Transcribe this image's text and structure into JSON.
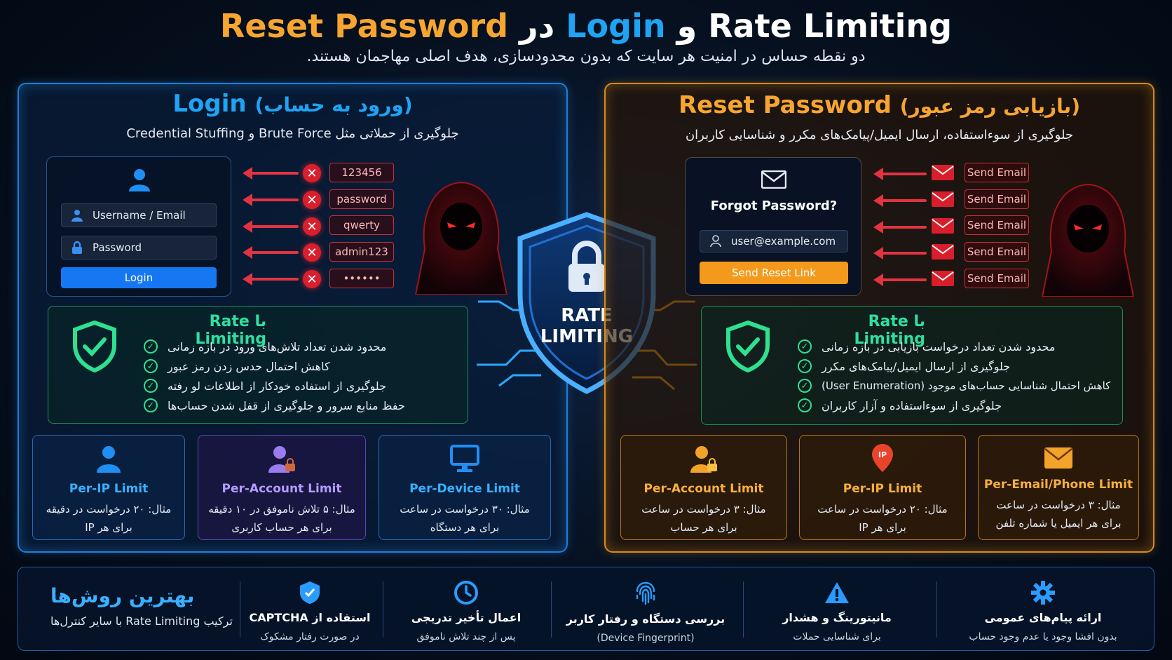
{
  "header": {
    "title_part1": "Rate Limiting",
    "title_connector1": "و",
    "title_part2": "Login",
    "title_connector2": "در",
    "title_part3": "Reset Password",
    "subtitle": "دو نقطه حساس در امنیت هر سایت که بدون محدودسازی، هدف اصلی مهاجمان هستند."
  },
  "login": {
    "title": "Login",
    "title_fa": "(ورود به حساب)",
    "subtitle": "جلوگیری از حملاتی مثل Brute Force و Credential Stuffing",
    "form": {
      "username_placeholder": "Username / Email",
      "password_placeholder": "Password",
      "button": "Login"
    },
    "attempts": [
      "123456",
      "password",
      "qwerty",
      "admin123",
      "••••••"
    ],
    "benefits_title": "با Rate Limiting",
    "benefits": [
      "محدود شدن تعداد تلاش‌های ورود در بازه زمانی",
      "کاهش احتمال حدس زدن رمز عبور",
      "جلوگیری از استفاده خودکار از اطلاعات لو رفته",
      "حفظ منابع سرور و جلوگیری از قفل شدن حساب‌ها"
    ],
    "limits": [
      {
        "title": "Per-IP Limit",
        "line1": "مثال: ۲۰ درخواست در دقیقه",
        "line2": "برای هر IP"
      },
      {
        "title": "Per-Account Limit",
        "line1": "مثال: ۵ تلاش ناموفق در ۱۰ دقیقه",
        "line2": "برای هر حساب کاربری"
      },
      {
        "title": "Per-Device Limit",
        "line1": "مثال: ۳۰ درخواست در ساعت",
        "line2": "برای هر دستگاه"
      }
    ]
  },
  "shield": {
    "line1": "RATE",
    "line2": "LIMITING"
  },
  "reset": {
    "title": "Reset Password",
    "title_fa": "(بازیابی رمز عبور)",
    "subtitle": "جلوگیری از سوءاستفاده، ارسال ایمیل/پیامک‌های مکرر و شناسایی کاربران",
    "form": {
      "heading": "Forgot Password?",
      "email_value": "user@example.com",
      "button": "Send Reset Link"
    },
    "attempts": [
      "Send Email",
      "Send Email",
      "Send Email",
      "Send Email",
      "Send Email"
    ],
    "benefits_title": "با Rate Limiting",
    "benefits": [
      "محدود شدن تعداد درخواست بازیابی در بازه زمانی",
      "جلوگیری از ارسال ایمیل/پیامک‌های مکرر",
      "کاهش احتمال شناسایی حساب‌های موجود (User Enumeration)",
      "جلوگیری از سوءاستفاده و آزار کاربران"
    ],
    "limits": [
      {
        "title": "Per-Account Limit",
        "line1": "مثال: ۳ درخواست در ساعت",
        "line2": "برای هر حساب"
      },
      {
        "title": "Per-IP Limit",
        "line1": "مثال: ۲۰ درخواست در ساعت",
        "line2": "برای هر IP"
      },
      {
        "title": "Per-Email/Phone Limit",
        "line1": "مثال: ۳ درخواست در ساعت",
        "line2": "برای هر ایمیل یا شماره تلفن"
      }
    ]
  },
  "best_practices": {
    "title": "بهترین روش‌ها",
    "subtitle": "ترکیب Rate Limiting با سایر کنترل‌ها",
    "items": [
      {
        "icon": "shield-icon",
        "title": "استفاده از CAPTCHA",
        "desc": "در صورت رفتار مشکوک"
      },
      {
        "icon": "clock-icon",
        "title": "اعمال تأخیر تدریجی",
        "desc": "پس از چند تلاش ناموفق"
      },
      {
        "icon": "fingerprint-icon",
        "title": "بررسی دستگاه و رفتار کاربر",
        "desc": "(Device Fingerprint)"
      },
      {
        "icon": "warning-icon",
        "title": "مانیتورینگ و هشدار",
        "desc": "برای شناسایی حملات"
      },
      {
        "icon": "gear-icon",
        "title": "ارائه پیام‌های عمومی",
        "desc": "بدون افشا وجود یا عدم وجود حساب"
      }
    ]
  },
  "colors": {
    "blue": "#1fa4f5",
    "orange": "#f7a531",
    "green": "#2fe0a0",
    "red": "#e23340"
  }
}
